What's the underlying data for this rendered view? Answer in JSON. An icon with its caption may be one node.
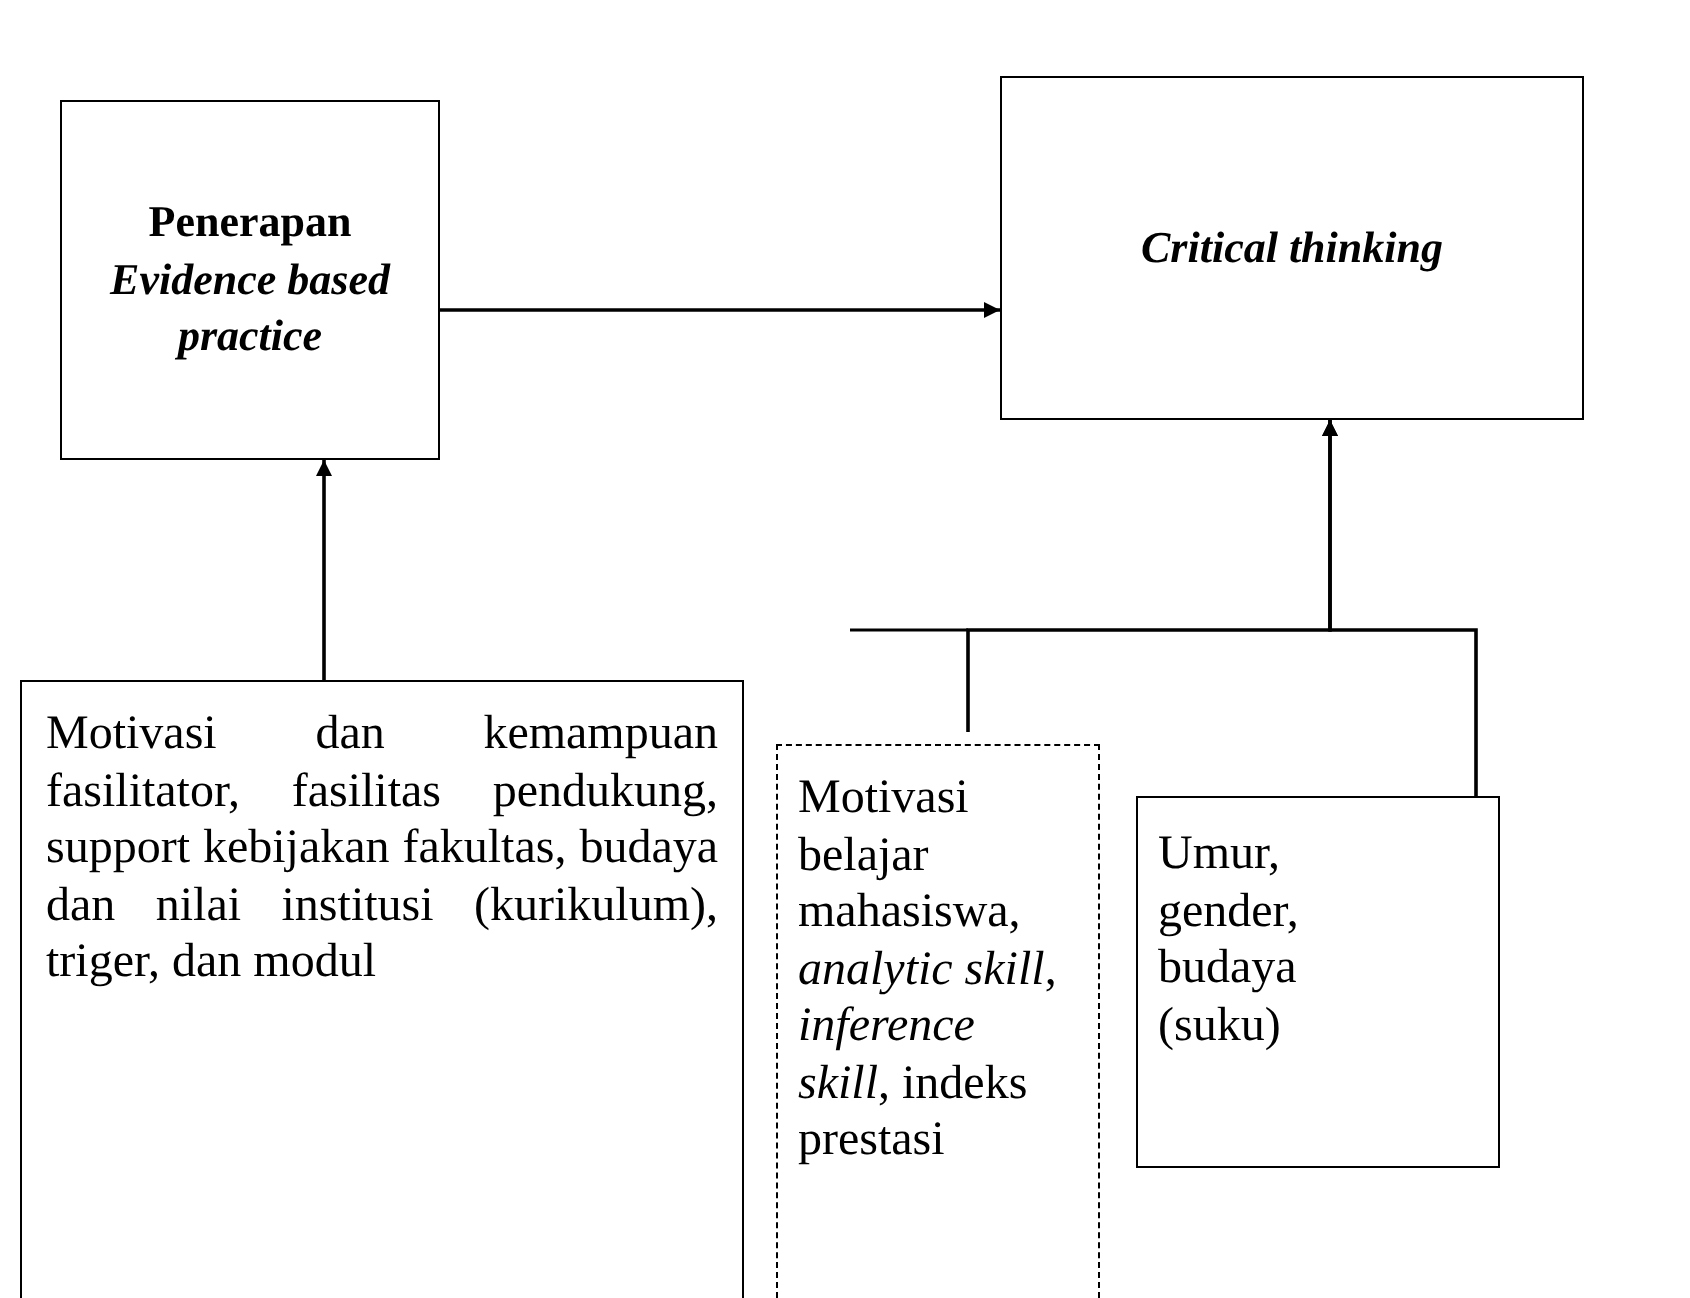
{
  "diagram": {
    "nodes": [
      {
        "text": [
          "Penerapan *Evidence based practice*"
        ]
      },
      {
        "text": [
          "Critical thinking"
        ]
      },
      {
        "text": [
          "Motivasi dan kemampuan fasilitator, fasilitas pendukung, support kebijakan fakultas, budaya dan nilai institusi (kurikulum), triger, dan modul"
        ]
      },
      {
        "text": [
          "Motivasi belajar mahasiswa, *analytic skill*, *inference skill*, indeks prestasi"
        ]
      },
      {
        "text": [
          "Umur, gender, budaya (suku)"
        ]
      }
    ],
    "edges": [
      {
        "from": 0,
        "to": 1,
        "arrow": "to"
      },
      {
        "from": 2,
        "to": 0,
        "arrow": "to"
      },
      {
        "from": 3,
        "to": 1,
        "arrow": "to"
      },
      {
        "from": 4,
        "to": 1,
        "arrow": "to"
      }
    ]
  }
}
